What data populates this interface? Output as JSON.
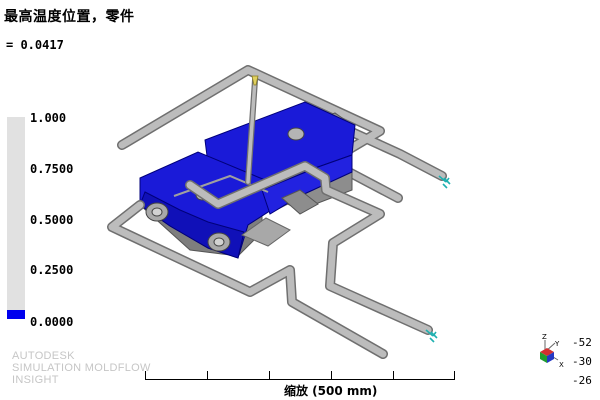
{
  "header": {
    "title": "最高温度位置，零件",
    "value_line": "= 0.0417"
  },
  "legend": {
    "labels": [
      "1.000",
      "0.7500",
      "0.5000",
      "0.2500",
      "0.0000"
    ],
    "colors": {
      "bar_background": "#e1e1e1",
      "fill": "#0000ee"
    }
  },
  "model": {
    "part_color": "#1a1ad8",
    "mold_color": "#9a9a9a",
    "channel_color": "#b4b4b4",
    "inlet_marker_color": "#1fb0b0",
    "gate_color": "#e0d060"
  },
  "watermark": {
    "line1": "AUTODESK",
    "line2": "SIMULATION MOLDFLOW",
    "line3": "INSIGHT"
  },
  "scale": {
    "label": "缩放 (500 mm)"
  },
  "orientation": {
    "axis_labels": {
      "x": "X",
      "y": "Y",
      "z": "Z"
    },
    "readouts": [
      "-52",
      "-30",
      "-26"
    ]
  }
}
